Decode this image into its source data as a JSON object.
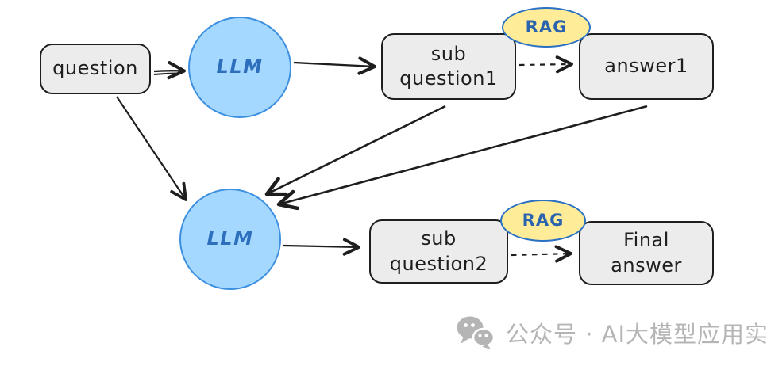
{
  "diagram": {
    "nodes": {
      "question": {
        "label": "question"
      },
      "llm1": {
        "label": "LLM"
      },
      "sub_question1": {
        "label": "sub question1"
      },
      "rag1": {
        "label": "RAG"
      },
      "answer1": {
        "label": "answer1"
      },
      "llm2": {
        "label": "LLM"
      },
      "sub_question2": {
        "label": "sub question2"
      },
      "rag2": {
        "label": "RAG"
      },
      "final_answer": {
        "label": "Final answer"
      }
    },
    "edges": [
      {
        "from": "question",
        "to": "llm1",
        "style": "solid"
      },
      {
        "from": "llm1",
        "to": "sub_question1",
        "style": "solid"
      },
      {
        "from": "sub_question1",
        "to": "answer1",
        "style": "dashed",
        "via": "rag1"
      },
      {
        "from": "question",
        "to": "llm2",
        "style": "solid"
      },
      {
        "from": "sub_question1",
        "to": "llm2",
        "style": "solid"
      },
      {
        "from": "answer1",
        "to": "llm2",
        "style": "solid"
      },
      {
        "from": "llm2",
        "to": "sub_question2",
        "style": "solid"
      },
      {
        "from": "sub_question2",
        "to": "final_answer",
        "style": "dashed",
        "via": "rag2"
      }
    ],
    "colors": {
      "node_fill": "#ececec",
      "node_stroke": "#1e1e1e",
      "llm_fill": "#a5d8ff",
      "llm_stroke": "#3d8fe0",
      "llm_text": "#2e6fbd",
      "rag_fill": "#ffec99",
      "rag_stroke": "#2a71c4",
      "rag_text": "#2a64ae",
      "arrow": "#1e1e1e",
      "watermark_gray": "#b5b5b5"
    }
  },
  "watermark": {
    "text": "公众号 · AI大模型应用实践"
  }
}
